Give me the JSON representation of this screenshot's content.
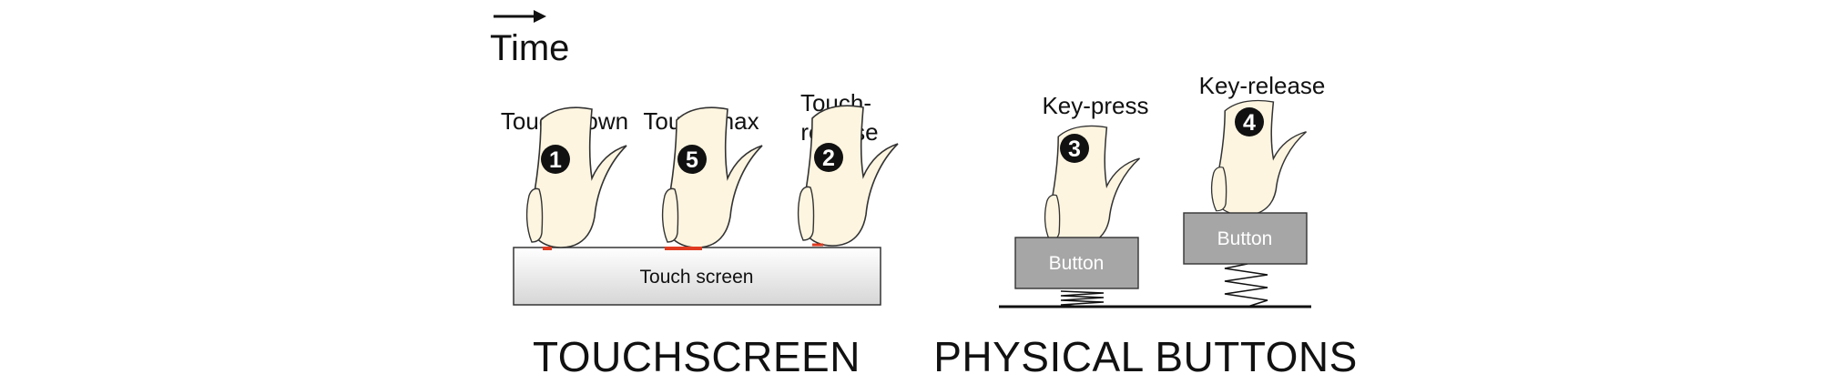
{
  "time_label": "Time",
  "touchscreen": {
    "section_title": "TOUCHSCREEN",
    "surface_label": "Touch screen",
    "stages": [
      {
        "number": "1",
        "label": "Touch-down"
      },
      {
        "number": "5",
        "label": "Touch-max"
      },
      {
        "number": "2",
        "label_line1": "Touch-",
        "label_line2": "release"
      }
    ]
  },
  "physical": {
    "section_title": "PHYSICAL BUTTONS",
    "stages": [
      {
        "number": "3",
        "label": "Key-press",
        "button_label": "Button"
      },
      {
        "number": "4",
        "label": "Key-release",
        "button_label": "Button"
      }
    ]
  },
  "colors": {
    "contact": "#e03a20",
    "button_fill": "#a6a6a6",
    "finger_fill": "#fdf5e0"
  }
}
